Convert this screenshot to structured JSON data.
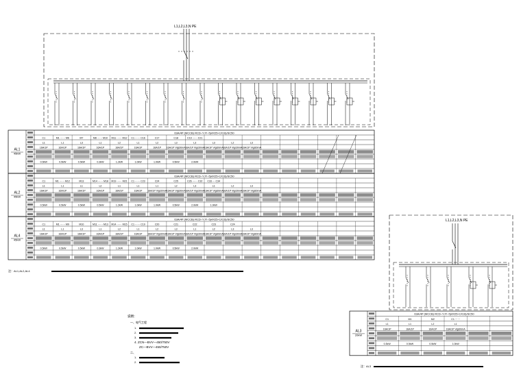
{
  "feeder_label": "L1,L2,L3,N PE",
  "feeder_label_small": "L1,L2,L3,N PE",
  "main_breaker": "63A/4P (MCCB) RCD–YJY–5(4X25+1X16)/SC50",
  "panels": [
    {
      "id": "AL1",
      "kw": "45kW",
      "header_cells": [
        "C1",
        "M1 ······ M6",
        "M7",
        "M8 ······ M10",
        "M11 ······ M12",
        "C1 ······ C16",
        "C17",
        "C18",
        "C19 ······ C21"
      ],
      "phase_cells": [
        "L1",
        "L1",
        "L3",
        "L1",
        "L2",
        "L1",
        "L2",
        "L3",
        "L3",
        "L3",
        "L2",
        "L3"
      ],
      "breaker_cells": [
        "16A/1P",
        "16A/1P",
        "16A/1P",
        "16A/1P",
        "16A/1P",
        "16A/1P",
        "16A/1P",
        "16A/1P Vigi30mA",
        "16A/1P Vigi30mA",
        "16A/1P Vigi30mA",
        "16A/1P Vigi30mA",
        "16A/1P Vigi30mA"
      ],
      "power_cells": [
        "0.5kW",
        "0.5kW",
        "0.5kW",
        "0.3kW",
        "1.2kW",
        "1.0kW",
        "1.0kW",
        "0.5kW",
        "2.0kW"
      ]
    },
    {
      "id": "AL2",
      "kw": "45kW",
      "header_cells": [
        "C1",
        "M1 ······ M12",
        "M13",
        "M14 ······ M18",
        "M19 ······ M21",
        "C1 ······ C23",
        "C24",
        "C25",
        "C26 ······ C32",
        "C33 ··· C34"
      ],
      "phase_cells": [
        "L1",
        "L1",
        "L1",
        "L2",
        "L1",
        "L1",
        "L1",
        "L2",
        "L3",
        "L1",
        "L2",
        "L3"
      ],
      "breaker_cells": [
        "16A/1P",
        "16A/1P",
        "16A/1P",
        "16A/1P",
        "16A/1P",
        "16A/1P",
        "16A/1P Vigi30mA",
        "16A/1P Vigi30mA",
        "16A/1P Vigi30mA",
        "16A/1P Vigi30mA",
        "16A/1P Vigi30mA",
        "16A/1P Vigi30mA"
      ],
      "power_cells": [
        "0.5kW",
        "0.5kW",
        "0.5kW",
        "0.5kW",
        "1.2kW",
        "1.0kW",
        "1.0kW",
        "0.5kW",
        "2.0kW",
        "1.0kW"
      ]
    },
    {
      "id": "AL4",
      "kw": "45kW",
      "header_cells": [
        "C1",
        "M1 ······ M9",
        "M10",
        "M11 ······ M13",
        "M14 ······ M15",
        "C1 ······ C19",
        "C20",
        "C21",
        "C22",
        "C23",
        "C24"
      ],
      "phase_cells": [
        "L1",
        "L1",
        "L3",
        "L1",
        "L2",
        "L1",
        "L2",
        "L3",
        "L1",
        "L2",
        "L3",
        "L3"
      ],
      "breaker_cells": [
        "16A/1P",
        "16A/1P",
        "16A/1P",
        "16A/1P",
        "16A/1P",
        "16A/1P",
        "16A/1P Vigi30mA",
        "16A/1P Vigi30mA",
        "16A/1P Vigi30mA",
        "16A/1P Vigi30mA",
        "16A/1P Vigi30mA",
        "16A/1P Vigi30mA"
      ],
      "power_cells": [
        "0.5kW",
        "0.5kW",
        "0.5kW",
        "0.3kW",
        "1.2kW",
        "1.0kW",
        "1.0kW",
        "0.5kW",
        "2.0kW"
      ]
    }
  ],
  "small_panel": {
    "id": "AL3",
    "kw": "20kW",
    "breaker": "63A/4P (MCCB) RCD–YJY–5(4X25+1X16)/SC50",
    "header_cells": [
      "C1",
      "M1",
      "M2",
      "C1 ······"
    ],
    "phase_cells": [
      "L1",
      "L1",
      "L2",
      "L1"
    ],
    "breaker_cells": [
      "16A/1P",
      "16A/1P",
      "16A/1P",
      "16A/1P Vigi30mA"
    ],
    "power_cells": [
      "0.3kW",
      "0.5kW",
      "0.5kW",
      "1.0kW"
    ]
  },
  "notes_title": "说明：",
  "notes": [
    "一、电气工程",
    "1.",
    "2.",
    "3.",
    "4.  ZCN—BVV—450/750V",
    "ZC—BVV—450/750V",
    "二、",
    "1.",
    "2."
  ],
  "footnote_main": "注：AL1,AL2,AL4",
  "footnote_small": "注：AL3"
}
